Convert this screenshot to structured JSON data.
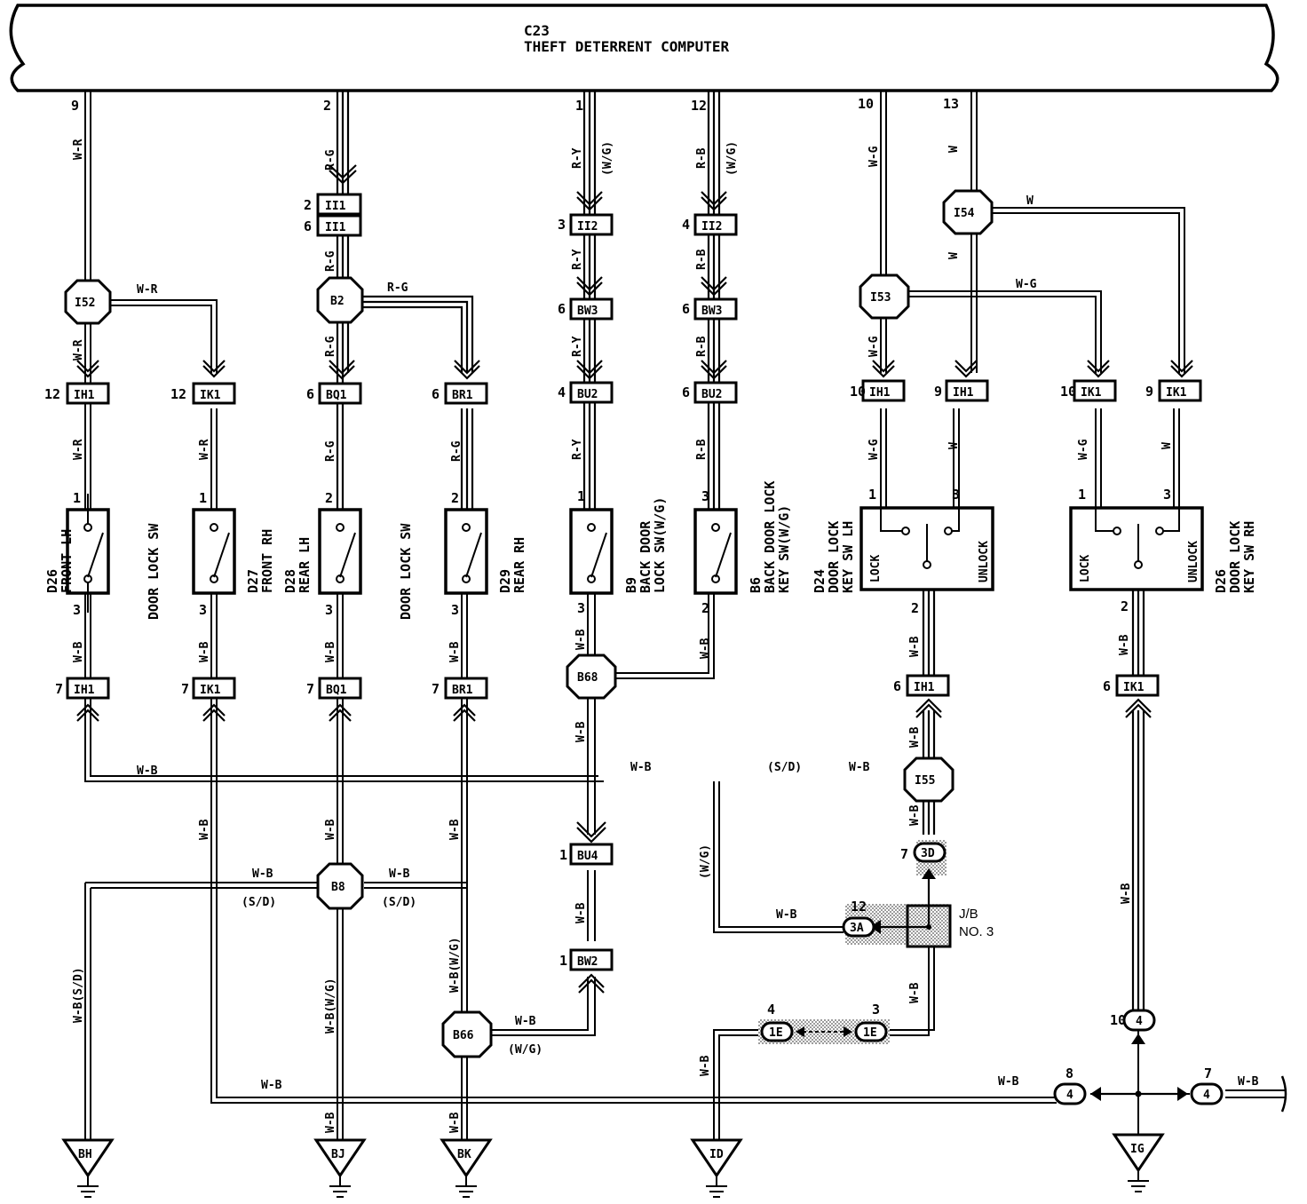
{
  "computer": {
    "code": "C23",
    "name": "THEFT DETERRENT COMPUTER"
  },
  "pins": {
    "p9": "9",
    "p2": "2",
    "p1": "1",
    "p12": "12",
    "p10": "10",
    "p13": "13"
  },
  "wires": {
    "wr": "W-R",
    "rg": "R-G",
    "ry": "R-Y",
    "rb": "R-B",
    "wg": "W-G",
    "w": "W",
    "wb": "W-B",
    "wg_paren": "(W/G)",
    "sd_paren": "(S/D)",
    "wb_sd": "W-B(S/D)",
    "wb_wg": "W-B(W/G)"
  },
  "connectors": {
    "ii1": "II1",
    "ii2": "II2",
    "bw3": "BW3",
    "bu2": "BU2",
    "bu4": "BU4",
    "bw2": "BW2",
    "ih1": "IH1",
    "ik1": "IK1",
    "bq1": "BQ1",
    "br1": "BR1"
  },
  "junctions": {
    "i52": "I52",
    "b2": "B2",
    "i53": "I53",
    "i54": "I54",
    "b68": "B68",
    "i55": "I55",
    "b8": "B8",
    "b66": "B66"
  },
  "pin_numbers": [
    "1",
    "2",
    "3",
    "4",
    "6",
    "7",
    "8",
    "9",
    "10",
    "12"
  ],
  "components": {
    "d26f": {
      "code": "D26",
      "label": "FRONT LH"
    },
    "d27": {
      "code": "D27",
      "label": "FRONT RH"
    },
    "d28": {
      "code": "D28",
      "label": "REAR LH"
    },
    "d29": {
      "code": "D29",
      "label": "REAR RH"
    },
    "door_lock_sw": "DOOR LOCK SW",
    "b9": {
      "code": "B9",
      "line1": "BACK DOOR",
      "line2": "LOCK SW(W/G)"
    },
    "b6": {
      "code": "B6",
      "line1": "BACK DOOR LOCK",
      "line2": "KEY SW(W/G)"
    },
    "d24": {
      "code": "D24",
      "line1": "DOOR LOCK",
      "line2": "KEY SW LH"
    },
    "d26k": {
      "code": "D26",
      "line1": "DOOR LOCK",
      "line2": "KEY SW RH"
    },
    "lock": "LOCK",
    "unlock": "UNLOCK"
  },
  "jb": {
    "line1": "J/B",
    "line2": "NO. 3",
    "c3d": "3D",
    "c3a": "3A",
    "c1e": "1E",
    "c4": "4"
  },
  "grounds": [
    "BH",
    "BJ",
    "BK",
    "ID",
    "IG"
  ]
}
